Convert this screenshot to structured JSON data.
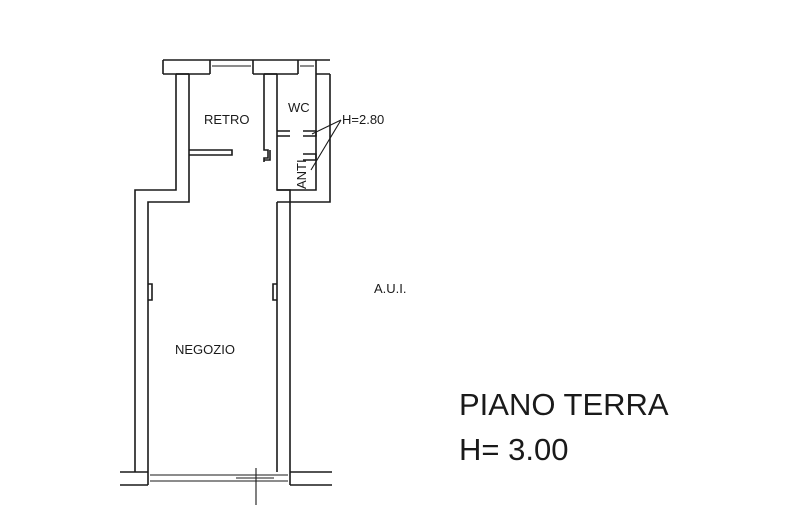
{
  "rooms": {
    "retro": "RETRO",
    "wc": "WC",
    "anti": "ANTI",
    "negozio": "NEGOZIO"
  },
  "annotations": {
    "wc_height": "H=2.80",
    "aui": "A.U.I."
  },
  "title": {
    "floor": "PIANO TERRA",
    "height": "H= 3.00"
  },
  "colors": {
    "line": "#1a1a1a",
    "background": "#ffffff"
  }
}
